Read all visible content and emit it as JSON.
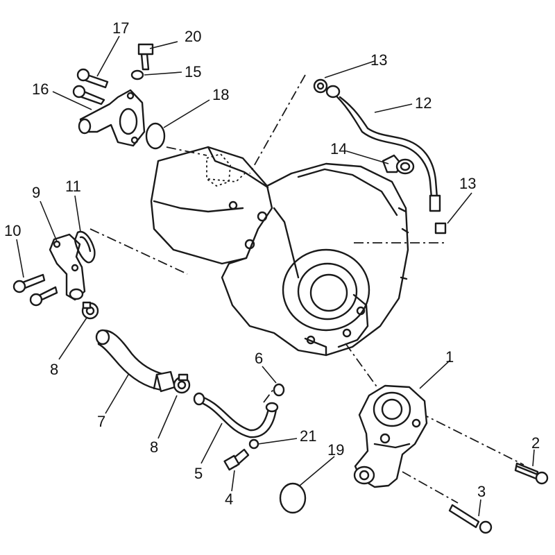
{
  "callouts": [
    {
      "id": "1",
      "label": "1"
    },
    {
      "id": "2",
      "label": "2"
    },
    {
      "id": "3",
      "label": "3"
    },
    {
      "id": "4",
      "label": "4"
    },
    {
      "id": "5",
      "label": "5"
    },
    {
      "id": "6",
      "label": "6"
    },
    {
      "id": "7",
      "label": "7"
    },
    {
      "id": "8a",
      "label": "8"
    },
    {
      "id": "8b",
      "label": "8"
    },
    {
      "id": "9",
      "label": "9"
    },
    {
      "id": "10",
      "label": "10"
    },
    {
      "id": "11",
      "label": "11"
    },
    {
      "id": "12",
      "label": "12"
    },
    {
      "id": "13a",
      "label": "13"
    },
    {
      "id": "13b",
      "label": "13"
    },
    {
      "id": "14",
      "label": "14"
    },
    {
      "id": "15",
      "label": "15"
    },
    {
      "id": "16",
      "label": "16"
    },
    {
      "id": "17",
      "label": "17"
    },
    {
      "id": "18",
      "label": "18"
    },
    {
      "id": "19",
      "label": "19"
    },
    {
      "id": "20",
      "label": "20"
    },
    {
      "id": "21",
      "label": "21"
    }
  ]
}
